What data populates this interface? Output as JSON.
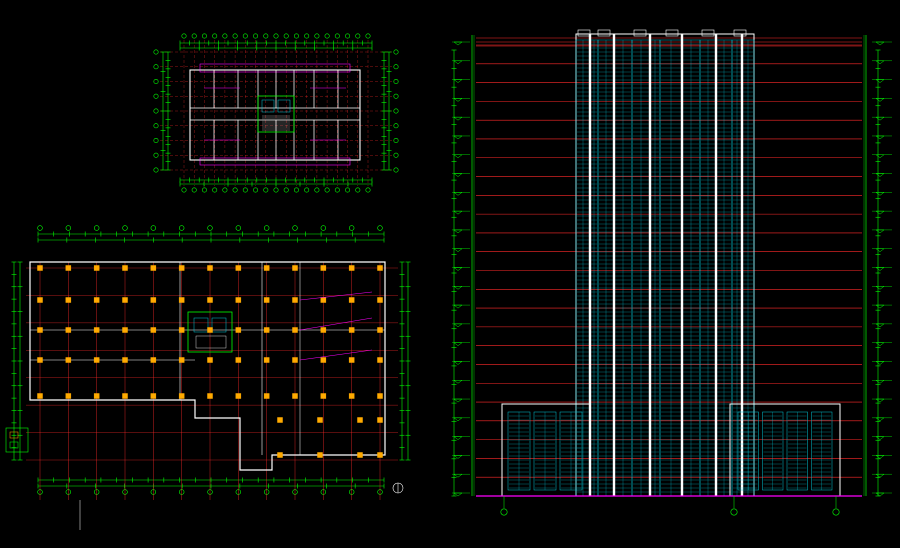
{
  "drawings": {
    "tower_plan": {
      "title": ""
    },
    "podium_plan": {
      "title": "",
      "scale": ""
    },
    "elevation": {
      "title": "",
      "scale": "",
      "note": ""
    }
  },
  "colors": {
    "background": "#000000",
    "dimension": "#00ff00",
    "axis": "#ff2a2a",
    "wall": "#ffffff",
    "glazing": "#00c8d8",
    "accent": "#ff00ff",
    "column": "#ffaa00"
  },
  "elevation_levels": 24,
  "tower_plan_grid": {
    "columns": 19,
    "rows": 9
  },
  "podium_plan_grid": {
    "columns": 13,
    "rows": 8
  }
}
